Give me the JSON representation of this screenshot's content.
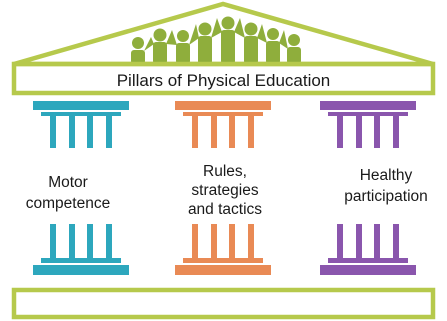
{
  "title": "Pillars of Physical Education",
  "pillars": [
    {
      "label_lines": [
        "Motor",
        "competence"
      ],
      "color": "#2da7bd"
    },
    {
      "label_lines": [
        "Rules,",
        "strategies",
        "and tactics"
      ],
      "color": "#e98a55"
    },
    {
      "label_lines": [
        "Healthy",
        "participation"
      ],
      "color": "#8a56ad"
    }
  ],
  "colors": {
    "frame": "#b6c94c",
    "figures": "#8fae3c"
  },
  "decoration": {
    "roof_figures": "people-holding-hands-icon"
  }
}
